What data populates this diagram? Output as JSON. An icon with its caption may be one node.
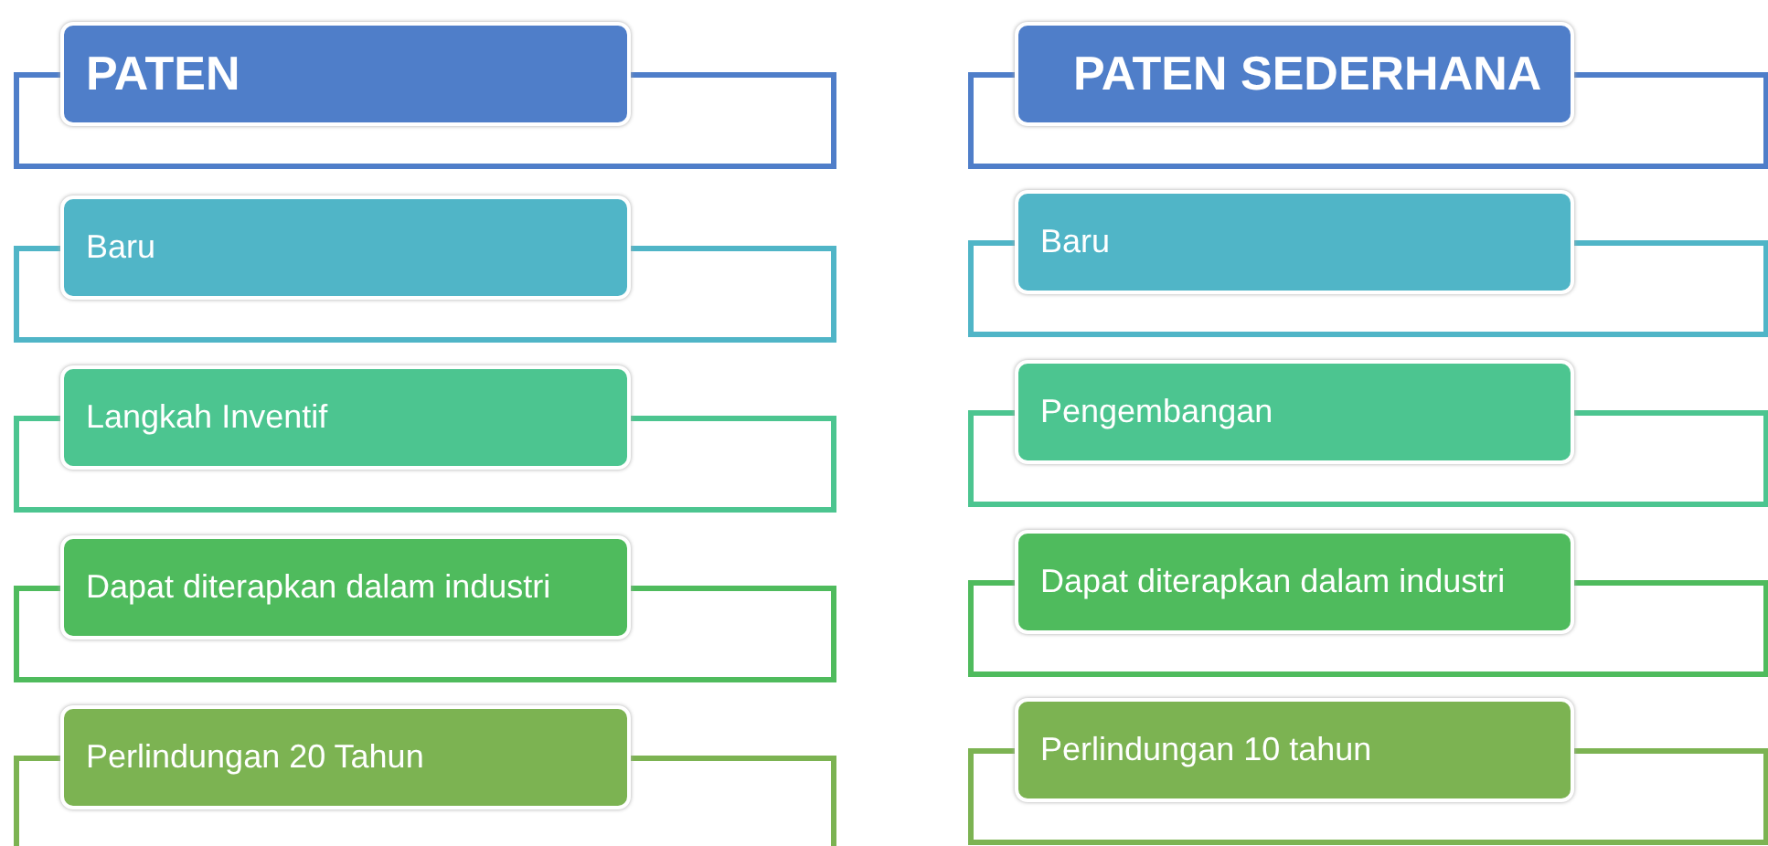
{
  "diagram": {
    "nodes": [
      {
        "text": [
          "PATEN"
        ]
      },
      {
        "text": [
          "Baru"
        ]
      },
      {
        "text": [
          "Langkah Inventif"
        ]
      },
      {
        "text": [
          "Dapat diterapkan dalam industri"
        ]
      },
      {
        "text": [
          "Perlindungan 20 Tahun"
        ]
      },
      {
        "text": [
          "PATEN SEDERHANA"
        ]
      },
      {
        "text": [
          "Baru"
        ]
      },
      {
        "text": [
          "Pengembangan"
        ]
      },
      {
        "text": [
          "Dapat diterapkan dalam industri"
        ]
      },
      {
        "text": [
          "Perlindungan 10 tahun"
        ]
      }
    ]
  }
}
